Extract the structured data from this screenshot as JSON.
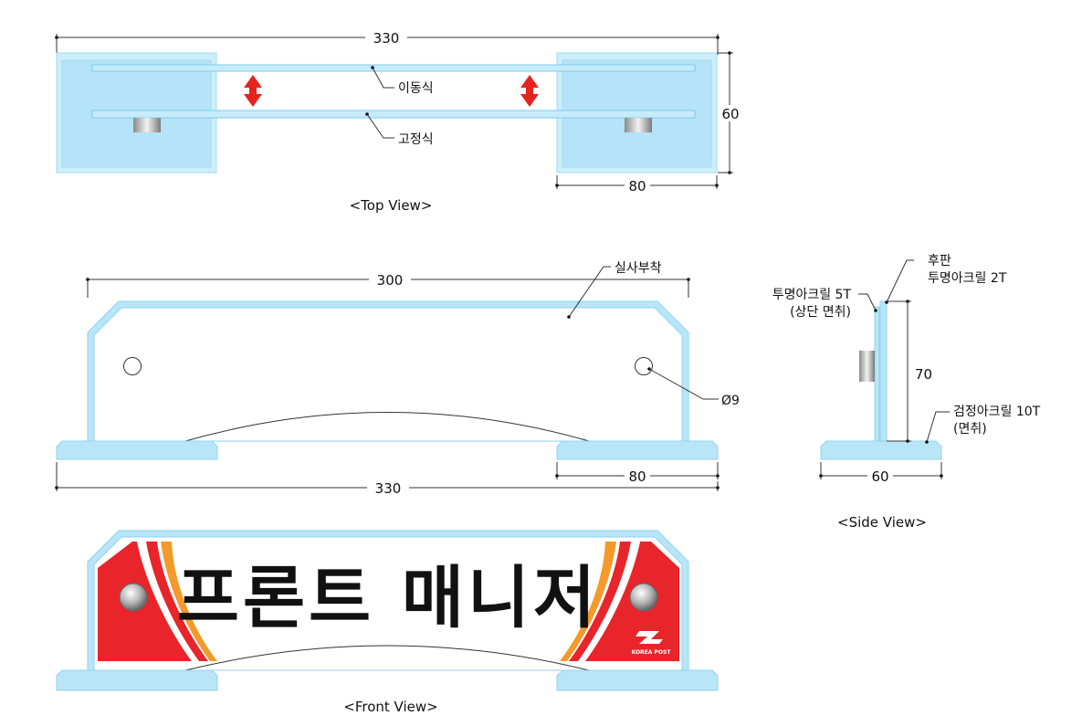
{
  "top_view": {
    "dim_width_total": "330",
    "dim_height": "60",
    "dim_base_width": "80",
    "label_movable": "이동식",
    "label_fixed": "고정식",
    "caption": "<Top View>"
  },
  "front_view_drawing": {
    "dim_panel_width": "300",
    "dim_base_total": "330",
    "dim_base_width": "80",
    "label_adhesive": "실사부착",
    "label_hole": "Ø9",
    "caption": "<Front View>"
  },
  "side_view": {
    "label_back_1": "후판",
    "label_back_2": "투명아크릴 2T",
    "label_front_1": "투명아크릴 5T",
    "label_front_2": "(상단 면취)",
    "label_base_1": "검정아크릴 10T",
    "label_base_2": "(면취)",
    "dim_height": "70",
    "dim_base_width": "60",
    "caption": "<Side View>"
  },
  "sign": {
    "text": "프론트 매니저",
    "logo_text": "KOREA POST"
  },
  "colors": {
    "acrylic_fill": "#b8e6f8",
    "acrylic_edge": "#8fd3ef",
    "sign_red": "#e8252a",
    "arrow_red": "#e52420",
    "stripe_orange": "#f39a2a"
  }
}
